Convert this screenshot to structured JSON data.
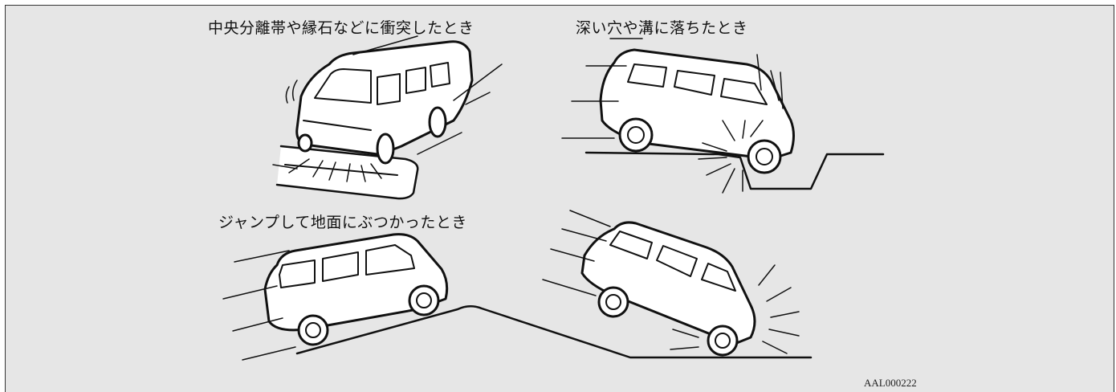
{
  "captions": {
    "median_strip": "中央分離帯や縁石などに衝突したとき",
    "deep_hole": "深い穴や溝に落ちたとき",
    "jump": "ジャンプして地面にぶつかったとき"
  },
  "figure_code": "AAL000222"
}
